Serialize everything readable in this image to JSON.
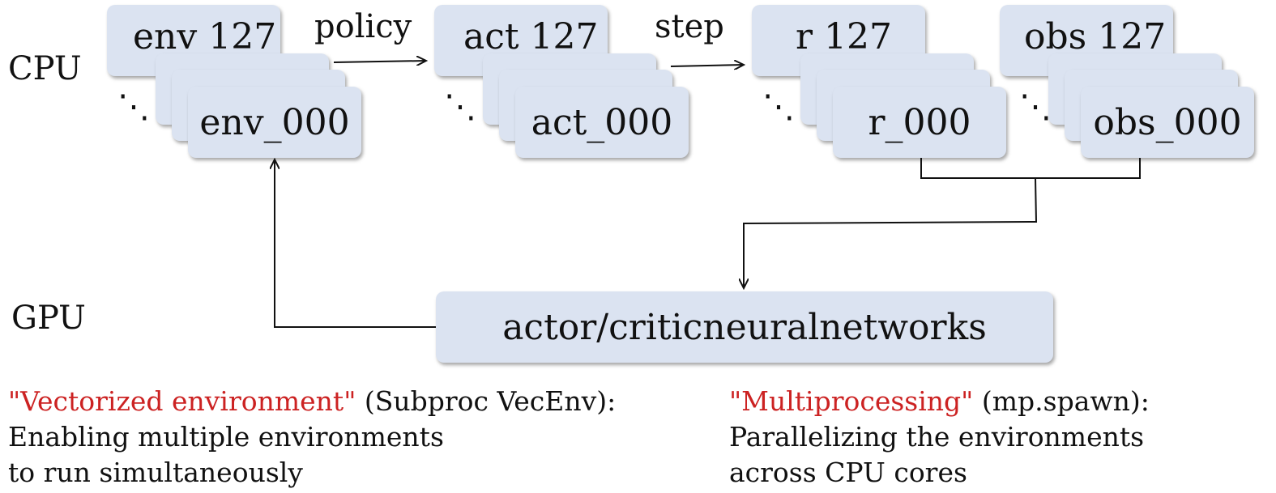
{
  "rows": {
    "cpu_label": "CPU",
    "gpu_label": "GPU"
  },
  "stacks": {
    "env": {
      "back": "env 127",
      "front": "env_000"
    },
    "act": {
      "back": "act 127",
      "front": "act_000"
    },
    "r": {
      "back": "r 127",
      "front": "r_000"
    },
    "obs": {
      "back": "obs 127",
      "front": "obs_000"
    }
  },
  "arrows": {
    "policy": "policy",
    "step": "step"
  },
  "ellipsis": "⋱",
  "network": {
    "label": "actor/criticneuralnetworks"
  },
  "notes": {
    "left": {
      "highlight": "\"Vectorized environment\"",
      "paren": " (Subproc VecEnv):",
      "line2": "Enabling multiple environments",
      "line3": "to run simultaneously"
    },
    "right": {
      "highlight": "\"Multiprocessing\"",
      "paren": " (mp.spawn):",
      "line2": "Parallelizing the environments",
      "line3": "across CPU cores"
    }
  },
  "colors": {
    "box_fill": "#dbe3f1",
    "highlight": "#cc2222",
    "line": "#111111"
  }
}
